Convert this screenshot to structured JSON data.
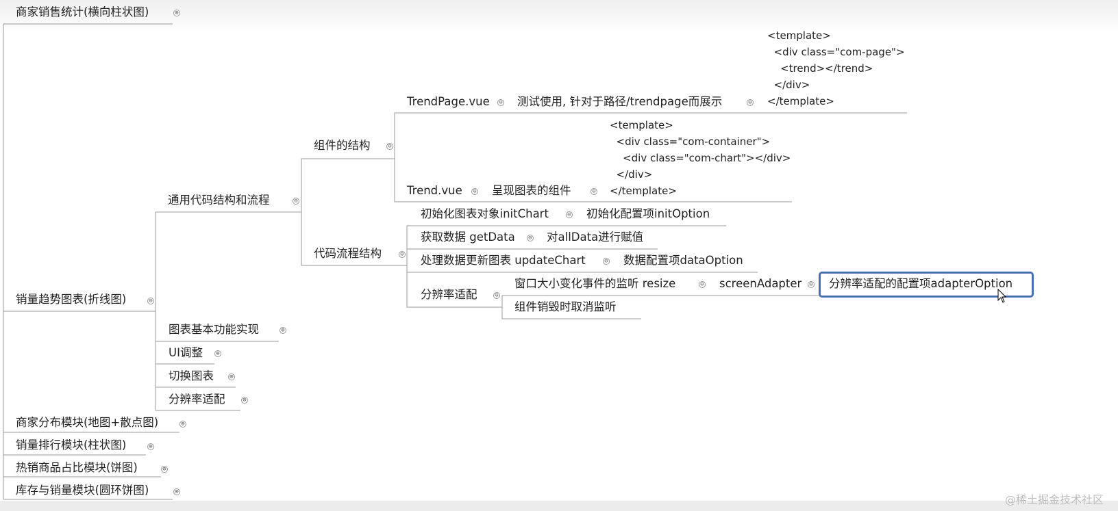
{
  "categories": {
    "merchant_sales": "商家销售统计(横向柱状图)",
    "sales_trend": "销量趋势图表(折线图)",
    "merchant_distribution": "商家分布模块(地图+散点图)",
    "sales_rank": "销量排行模块(柱状图)",
    "hot_products": "热销商品占比模块(饼图)",
    "stock_sales": "库存与销量模块(圆环饼图)"
  },
  "trend_children": {
    "general_structure": "通用代码结构和流程",
    "basic_features": "图表基本功能实现",
    "ui_adjust": "UI调整",
    "switch_chart": "切换图表",
    "resolution": "分辨率适配"
  },
  "general": {
    "component_structure": "组件的结构",
    "code_flow": "代码流程结构"
  },
  "component": {
    "trendpage_file": "TrendPage.vue",
    "trendpage_desc": "测试使用, 针对于路径/trendpage而展示",
    "trendpage_code": [
      "<template>",
      "  <div class=\"com-page\">",
      "    <trend></trend>",
      "  </div>",
      "</template>"
    ],
    "trend_file": "Trend.vue",
    "trend_desc": "呈现图表的组件",
    "trend_code": [
      "<template>",
      "  <div class=\"com-container\">",
      "    <div class=\"com-chart\"></div>",
      "  </div>",
      "</template>"
    ]
  },
  "flow": {
    "init_chart": "初始化图表对象initChart",
    "init_option": "初始化配置项initOption",
    "get_data": "获取数据 getData",
    "assign_all": "对allData进行赋值",
    "update_chart": "处理数据更新图表 updateChart",
    "data_option": "数据配置项dataOption",
    "resolution": "分辨率适配",
    "resize_listen": "窗口大小变化事件的监听 resize",
    "screen_adapter": "screenAdapter",
    "adapter_option": "分辨率适配的配置项adapterOption",
    "destroy_listen": "组件销毁时取消监听"
  },
  "toggles": {
    "expand": "⊕",
    "collapse": "⊖"
  },
  "watermark": "@稀土掘金技术社区",
  "colors": {
    "line": "#9a9a9a",
    "selection": "#4a6fb3"
  }
}
